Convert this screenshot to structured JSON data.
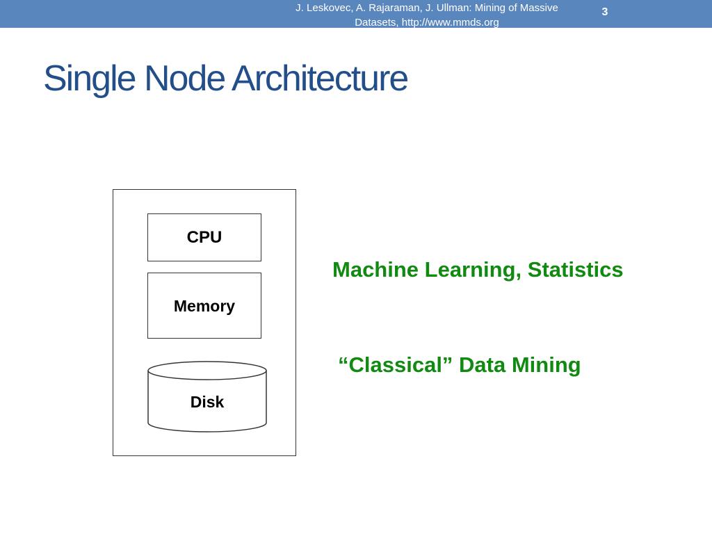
{
  "header": {
    "citation_line1": "J. Leskovec, A. Rajaraman, J. Ullman: Mining of Massive",
    "citation_line2": "Datasets, http://www.mmds.org",
    "slide_number": "3"
  },
  "title": "Single Node Architecture",
  "diagram": {
    "cpu_label": "CPU",
    "memory_label": "Memory",
    "disk_label": "Disk"
  },
  "annotations": {
    "machine_learning": "Machine Learning, Statistics",
    "classical_data_mining": "“Classical” Data Mining"
  },
  "colors": {
    "header_bar": "#5a86be",
    "title": "#224e8a",
    "annotation_green": "#108a10"
  }
}
